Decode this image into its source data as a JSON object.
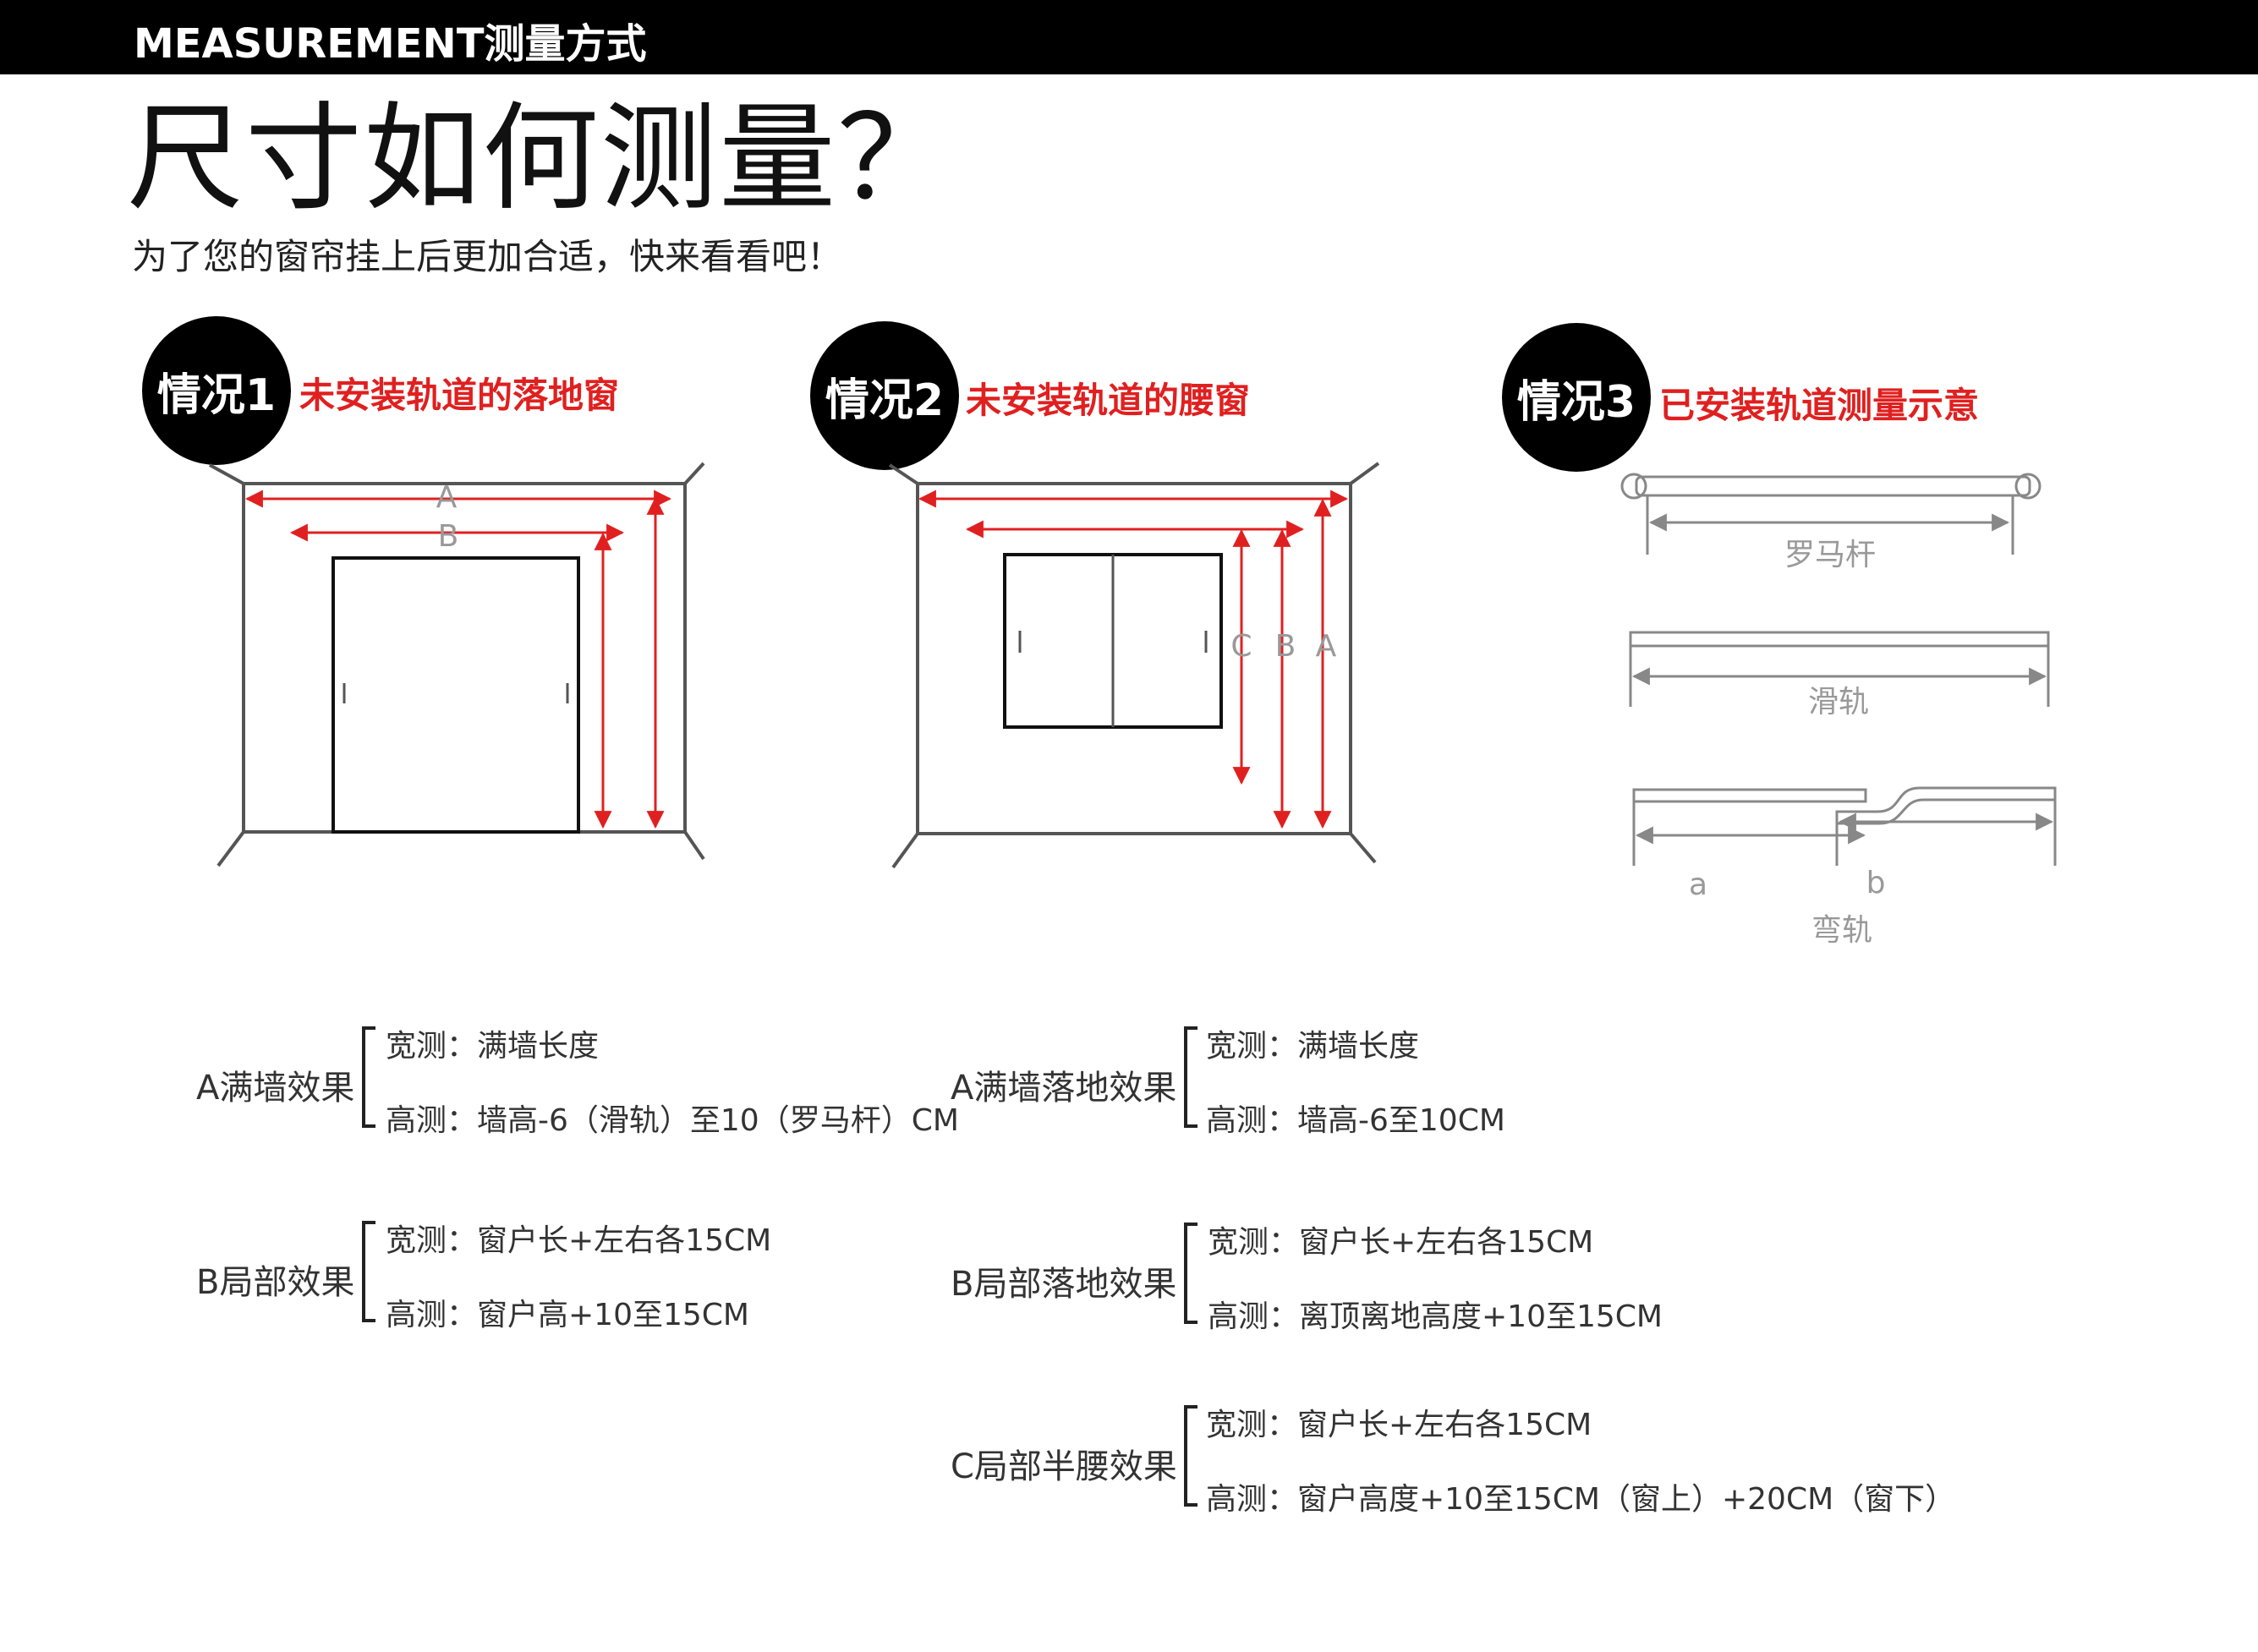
{
  "header": {
    "title": "MEASUREMENT测量方式"
  },
  "main_title": "尺寸如何测量？",
  "subtitle": "为了您的窗帘挂上后更加合适，快来看看吧！",
  "cases": [
    {
      "badge": "情况1",
      "title": "未安装轨道的落地窗"
    },
    {
      "badge": "情况2",
      "title": "未安装轨道的腰窗"
    },
    {
      "badge": "情况3",
      "title": "已安装轨道测量示意"
    }
  ],
  "diagram_labels": {
    "a1": "A",
    "b1": "B",
    "c2": "C",
    "b2": "B",
    "a2": "A",
    "roman_rod": "罗马杆",
    "slide_rail": "滑轨",
    "curve_a": "a",
    "curve_b": "b",
    "curved_rail": "弯轨"
  },
  "colors": {
    "accent": "#e02020",
    "line": "#222222",
    "label": "#999999"
  },
  "specs": [
    {
      "head": "A满墙效果",
      "width": "宽测：满墙长度",
      "height": "高测：墙高-6（滑轨）至10（罗马杆）CM"
    },
    {
      "head": "B局部效果",
      "width": "宽测：窗户长+左右各15CM",
      "height": "高测：窗户高+10至15CM"
    },
    {
      "head": "A满墙落地效果",
      "width": "宽测：满墙长度",
      "height": "高测：墙高-6至10CM"
    },
    {
      "head": "B局部落地效果",
      "width": "宽测：窗户长+左右各15CM",
      "height": "高测：离顶离地高度+10至15CM"
    },
    {
      "head": "C局部半腰效果",
      "width": "宽测：窗户长+左右各15CM",
      "height": "高测：窗户高度+10至15CM（窗上）+20CM（窗下）"
    }
  ]
}
